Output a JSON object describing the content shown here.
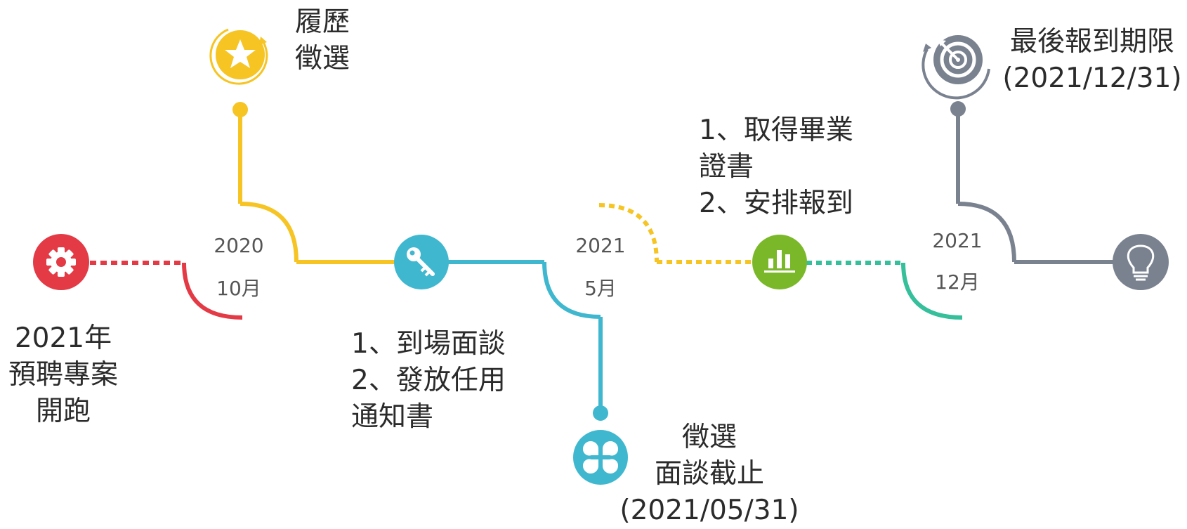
{
  "colors": {
    "red": "#e33a45",
    "yellow": "#f6c423",
    "blue": "#3fb8cf",
    "green": "#7ab829",
    "teal": "#35bf9a",
    "gray": "#7a8290"
  },
  "milestones": [
    {
      "icon": "gear-icon",
      "text": "2021年\n預聘專案\n開跑"
    },
    {
      "icon": "star-icon",
      "text": "履歷\n徵選"
    },
    {
      "icon": "key-icon",
      "text": "1、到場面談\n2、發放任用\n   通知書"
    },
    {
      "icon": "clover-icon",
      "text": "徵選\n面談截止\n(2021/05/31)"
    },
    {
      "icon": "bar-chart-icon",
      "text": "1、取得畢業\n   證書\n2、安排報到"
    },
    {
      "icon": "target-icon",
      "text": "最後報到期限\n(2021/12/31)"
    },
    {
      "icon": "lightbulb-icon",
      "text": ""
    }
  ],
  "dates": [
    {
      "year": "2020",
      "month": "10月"
    },
    {
      "year": "2021",
      "month": "5月"
    },
    {
      "year": "2021",
      "month": "12月"
    }
  ]
}
